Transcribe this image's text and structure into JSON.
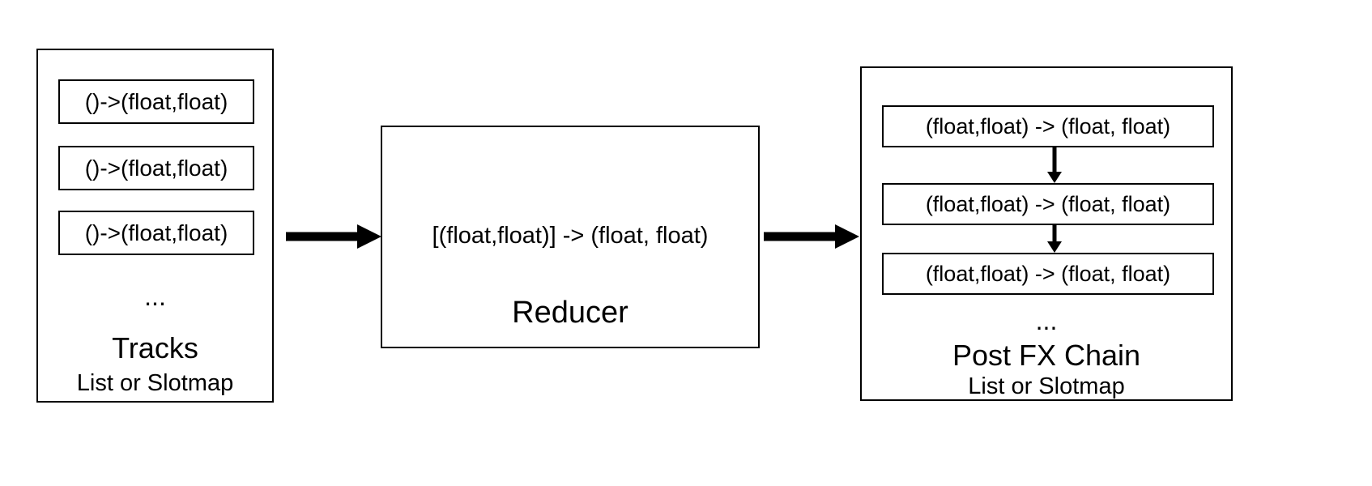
{
  "colors": {
    "border": "#000000",
    "arrow": "#000000",
    "background": "#ffffff"
  },
  "tracks": {
    "title": "Tracks",
    "subtitle": "List or Slotmap",
    "ellipsis": "...",
    "items": [
      "()->(float,float)",
      "()->(float,float)",
      "()->(float,float)"
    ]
  },
  "reducer": {
    "signature": "[(float,float)] -> (float, float)",
    "title": "Reducer"
  },
  "postfx": {
    "title": "Post FX Chain",
    "subtitle": "List or Slotmap",
    "ellipsis": "...",
    "items": [
      "(float,float) -> (float, float)",
      "(float,float) -> (float, float)",
      "(float,float) -> (float, float)"
    ]
  }
}
